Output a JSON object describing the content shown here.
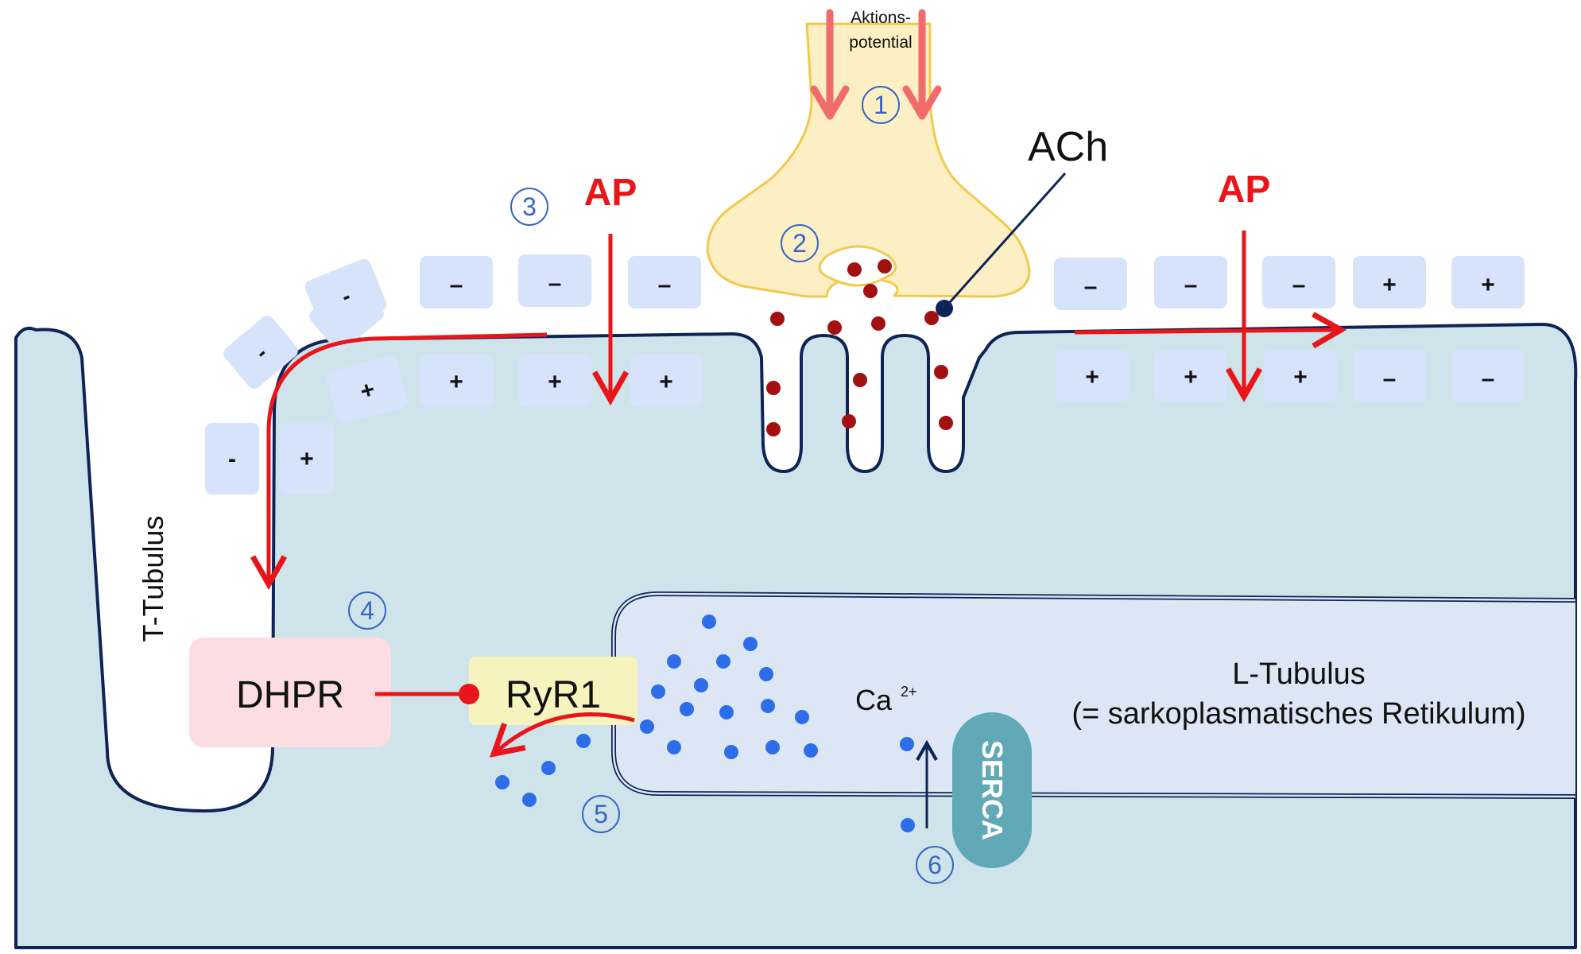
{
  "labels": {
    "aktionspotential_line1": "Aktions-",
    "aktionspotential_line2": "potential",
    "ach": "ACh",
    "ap_left": "AP",
    "ap_right": "AP",
    "t_tubulus": "T-Tubulus",
    "dhpr": "DHPR",
    "ryr1": "RyR1",
    "ca": "Ca",
    "ca_sup": "2+",
    "l_tubulus_line1": "L-Tubulus",
    "l_tubulus_line2": "(= sarkoplasmatisches Retikulum)",
    "serca": "SERCA"
  },
  "steps": [
    "1",
    "2",
    "3",
    "4",
    "5",
    "6"
  ],
  "charges": {
    "minus": "–",
    "minus_small": "-",
    "plus": "+"
  },
  "colors": {
    "cell_fill": "#cfe4ea",
    "cell_stroke": "#0f2456",
    "terminal_fill": "#fcefc4",
    "terminal_stroke": "#f2c94c",
    "charge_box": "#d6e3fa",
    "arrow_red": "#e8161b",
    "arrow_pink": "#f26b6b",
    "vesicle": "#a31010",
    "calcium": "#2d6ee8",
    "sr_fill": "#dce6f4",
    "dhpr_fill": "#fbdde2",
    "ryr_fill": "#f7f3bf",
    "serca_fill": "#62a9b8",
    "step_blue": "#3566c4"
  }
}
